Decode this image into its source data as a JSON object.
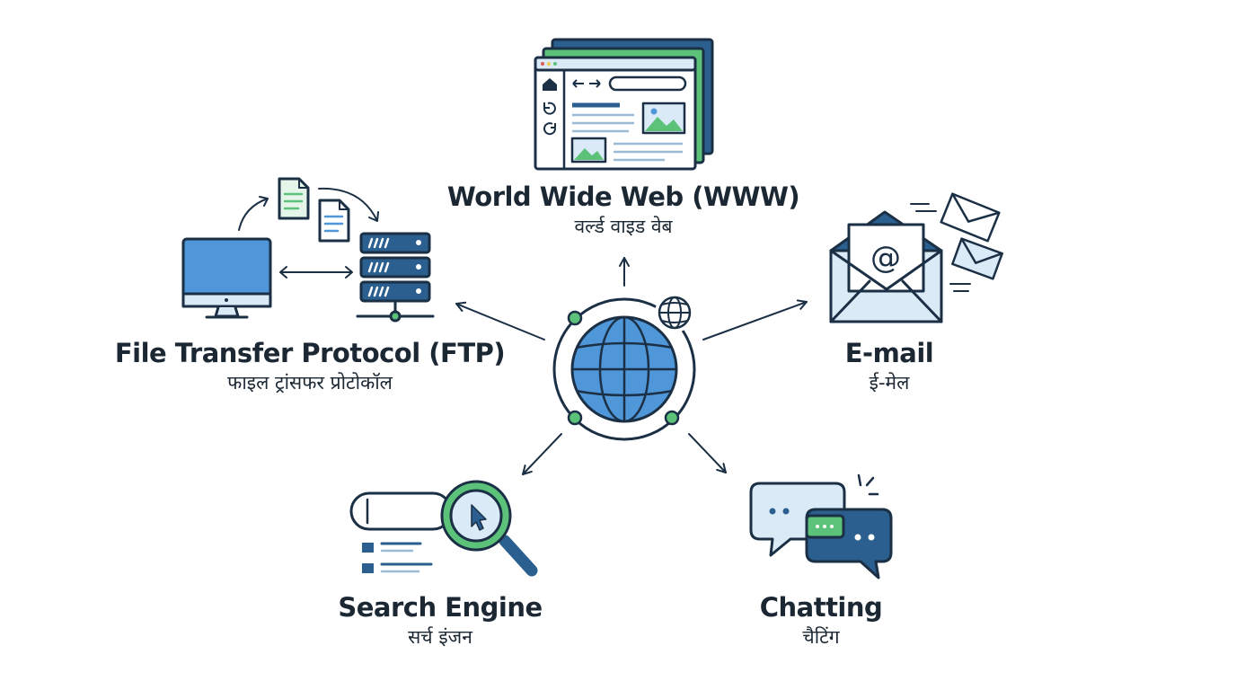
{
  "center": {
    "icon": "globe-icon",
    "badge_icon": "web-globe-icon"
  },
  "nodes": [
    {
      "id": "www",
      "title": "World Wide Web (WWW)",
      "subtitle": "वर्ल्ड वाइड वेब",
      "icon": "browser-window-icon"
    },
    {
      "id": "ftp",
      "title": "File Transfer Protocol (FTP)",
      "subtitle": "फाइल ट्रांसफर प्रोटोकॉल",
      "icon": "computer-server-transfer-icon"
    },
    {
      "id": "email",
      "title": "E-mail",
      "subtitle": "ई-मेल",
      "icon": "envelope-at-icon"
    },
    {
      "id": "search",
      "title": "Search Engine",
      "subtitle": "सर्च इंजन",
      "icon": "search-magnifier-icon"
    },
    {
      "id": "chat",
      "title": "Chatting",
      "subtitle": "चैटिंग",
      "icon": "chat-bubbles-icon"
    }
  ],
  "colors": {
    "outline": "#1b2f45",
    "blue": "#4f97d9",
    "light_blue": "#dbeaf7",
    "green": "#5cc27a",
    "light_green": "#e6f5ea",
    "navy": "#2b5f8f",
    "text": "#1b2733"
  }
}
